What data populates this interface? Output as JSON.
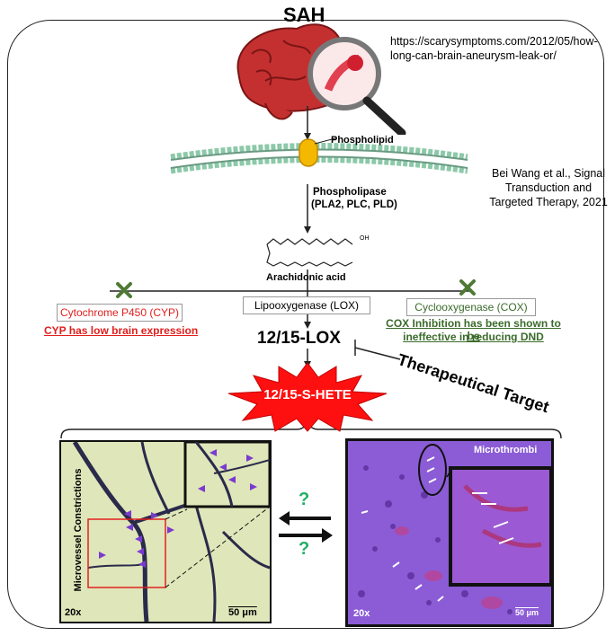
{
  "title": "SAH",
  "source_url": "https://scarysymptoms.com/2012/05/how-long-can-brain-aneurysm-leak-or/",
  "citation": "Bei Wang et al., Signal Transduction and Targeted Therapy, 2021",
  "phospholipid_label": "Phospholipid",
  "phospholipase_line1": "Phospholipase",
  "phospholipase_line2": "(PLA2, PLC, PLD)",
  "aa_label": "Arachidonic acid",
  "cooh_label": "OH",
  "cyp": {
    "box": "Cytochrome P450 (CYP)",
    "note": "CYP has low brain expression"
  },
  "lox_box": "Lipooxygenase (LOX)",
  "cox": {
    "box": "Cyclooxygenase (COX)",
    "note_line1": "COX Inhibition has been shown to be",
    "note_line2": "ineffective in reducing  DND"
  },
  "lox_product": "12/15-LOX",
  "hete": "12/15-S-HETE",
  "target": "Therapeutical Target",
  "left_panel": {
    "side_label": "Microvessel Constrictions",
    "mag": "20x",
    "scale": "50 μm"
  },
  "right_panel": {
    "title": "Microthrombi",
    "mag": "20x",
    "scale": "50 μm"
  },
  "question": "?",
  "colors": {
    "red": "#e0201e",
    "green": "#3a6b2a",
    "purple": "#7a3ad0",
    "star": "#ff1010"
  }
}
